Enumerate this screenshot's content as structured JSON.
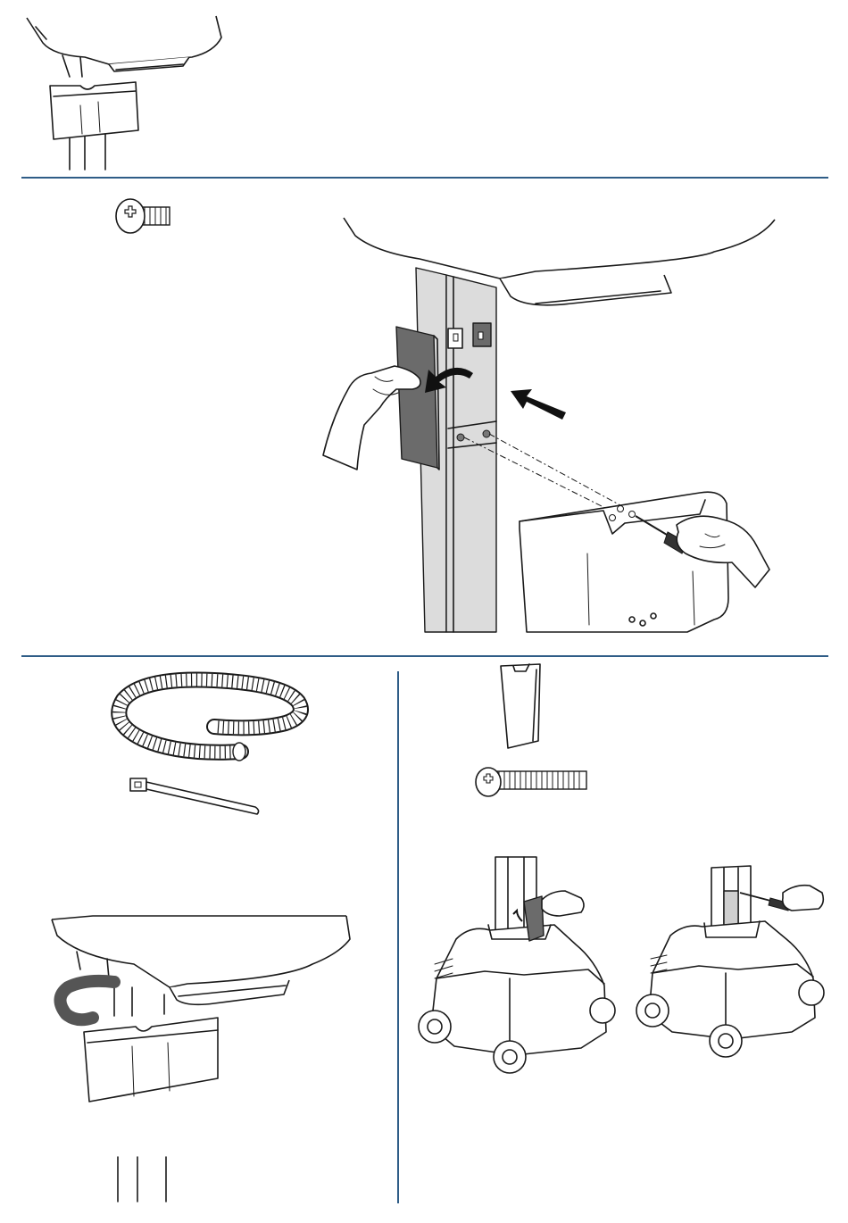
{
  "page": {
    "rule_color": "#2f5d87",
    "panel_fill_color": "#dcdcdc",
    "arrow_color": "#111111",
    "cable_color": "#555555"
  },
  "step_top": {
    "illustration": "cart-worksurface-with-pocket"
  },
  "step_middle": {
    "parts": [
      {
        "icon": "pan-head-screw-short-icon"
      }
    ],
    "illustration": "attach-bracket-to-column"
  },
  "step_bottom_left": {
    "parts": [
      {
        "icon": "cable-wrap-icon"
      },
      {
        "icon": "cable-tie-icon"
      }
    ],
    "illustration": "cart-with-routed-cable"
  },
  "step_bottom_right": {
    "parts": [
      {
        "icon": "column-cover-plate-icon"
      },
      {
        "icon": "pan-head-screw-long-icon"
      }
    ],
    "illustrations": [
      "install-cover-plate-on-base",
      "fasten-cover-plate-with-screwdriver"
    ]
  }
}
